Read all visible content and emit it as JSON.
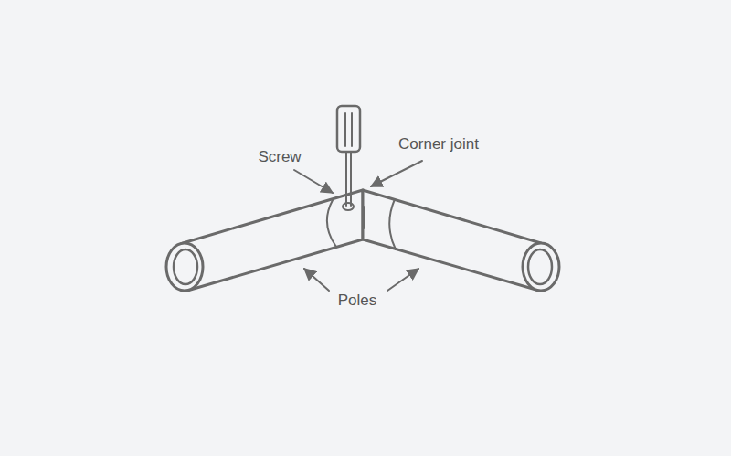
{
  "diagram": {
    "labels": [
      "Screw",
      "Corner joint",
      "Poles"
    ]
  }
}
